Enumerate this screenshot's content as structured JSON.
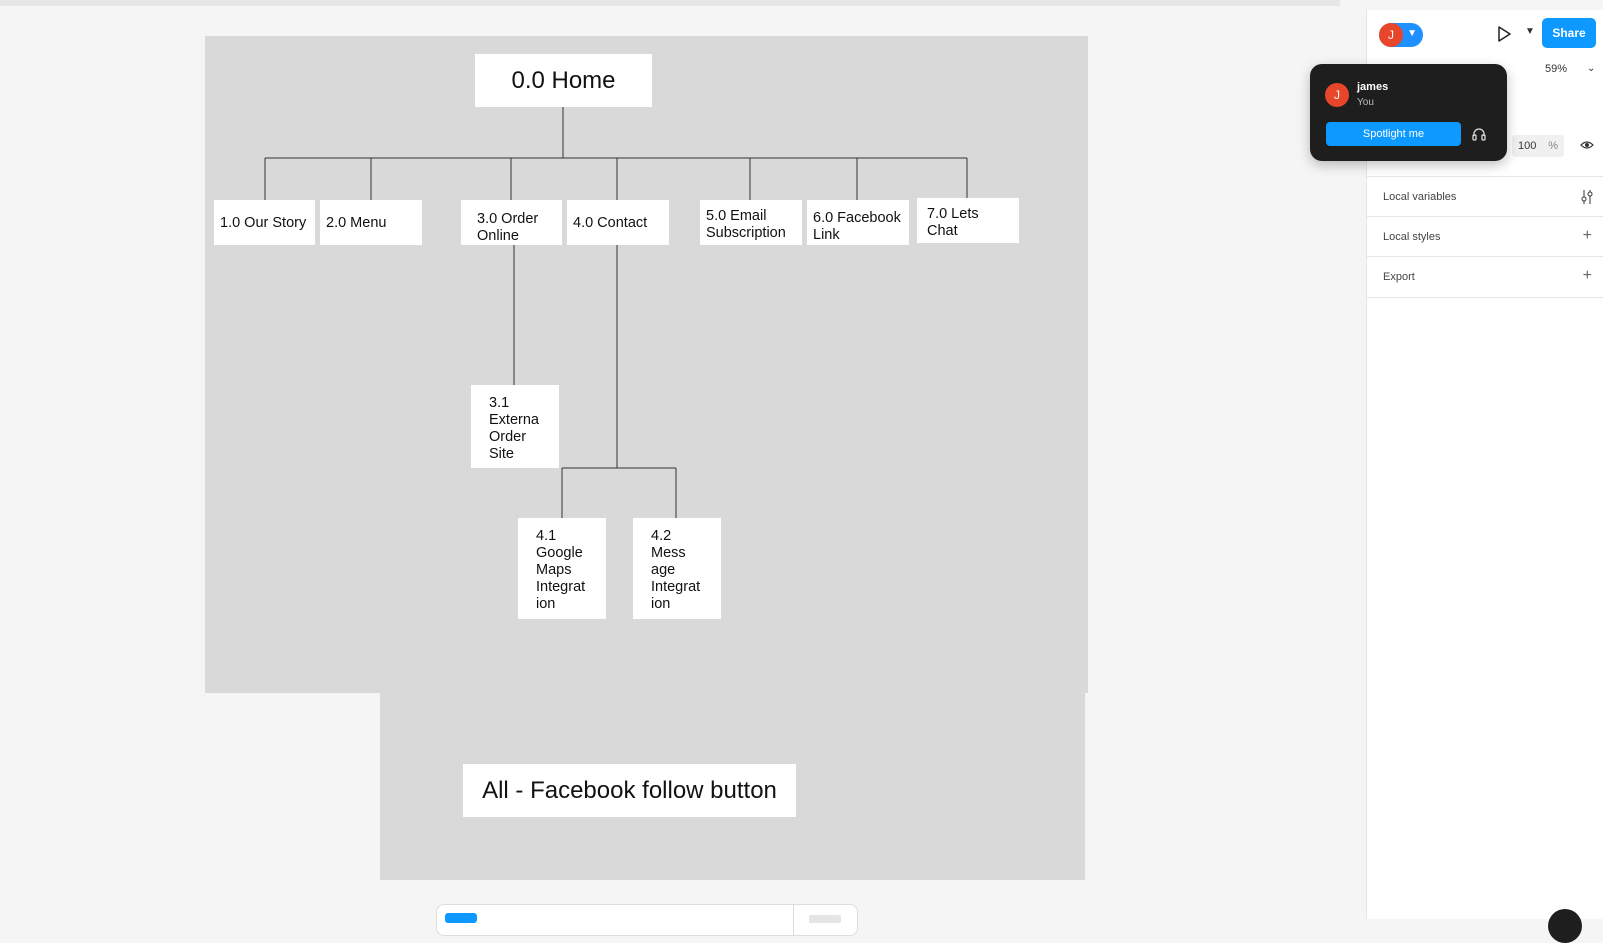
{
  "sitemap": {
    "home": "0.0 Home",
    "our_story": "1.0 Our Story",
    "menu": "2.0 Menu",
    "order_online": "3.0 Order\nOnline",
    "contact": "4.0 Contact",
    "email": "5.0 Email\nSubscription",
    "facebook": "6.0 Facebook\nLink",
    "lets_chat": "7.0 Lets Chat",
    "external_order": "3.1\nExterna\nOrder\nSite",
    "google_maps": "4.1\nGoogle\nMaps\nIntegrat\nion",
    "message": "4.2\nMess\nage\nIntegrat\nion",
    "footer_note": "All - Facebook follow button"
  },
  "toolbar": {
    "avatar_initial": "J",
    "share_label": "Share",
    "zoom": "59%"
  },
  "popover": {
    "avatar_initial": "J",
    "name": "james",
    "subtitle": "You",
    "spotlight_label": "Spotlight me"
  },
  "layer": {
    "opacity": "100",
    "opacity_unit": "%"
  },
  "panel": {
    "local_variables": "Local variables",
    "local_styles": "Local styles",
    "export": "Export"
  },
  "colors": {
    "accent": "#0d99ff",
    "avatar": "#e8462a",
    "canvas_frame": "#d9d9d9"
  }
}
